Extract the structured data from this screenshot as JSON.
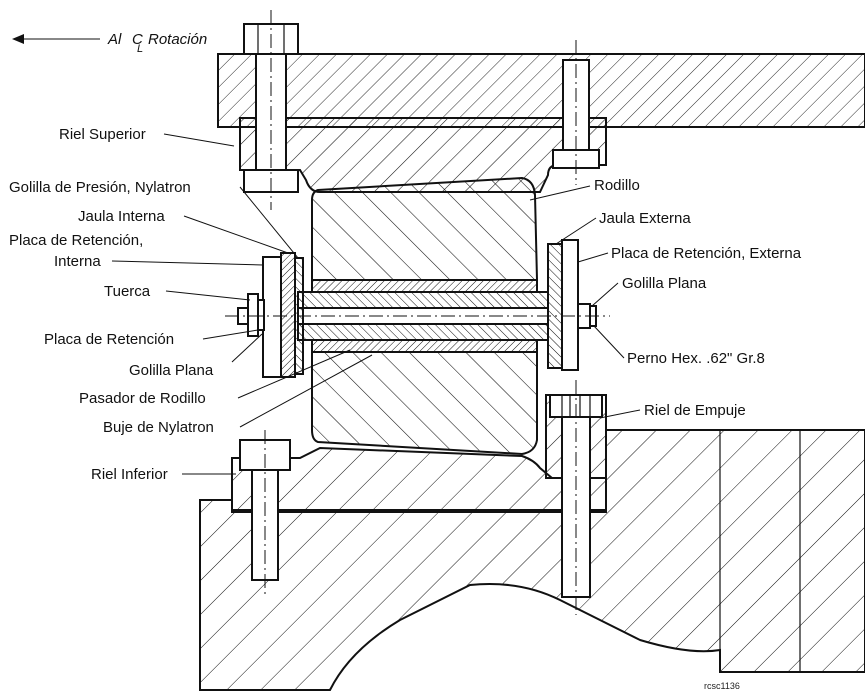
{
  "direction": {
    "text": "Al",
    "symbol": "C",
    "symbol_sub": "L",
    "word": "Rotación"
  },
  "labels": {
    "riel_superior": "Riel Superior",
    "golilla_presion": "Golilla de Presión, Nylatron",
    "rodillo": "Rodillo",
    "jaula_interna": "Jaula Interna",
    "jaula_externa": "Jaula Externa",
    "placa_retencion_interna_1": "Placa de Retención,",
    "placa_retencion_interna_2": "Interna",
    "placa_retencion_externa": "Placa de Retención, Externa",
    "tuerca": "Tuerca",
    "golilla_plana_right": "Golilla Plana",
    "placa_retencion": "Placa de Retención",
    "golilla_plana_left": "Golilla Plana",
    "perno": "Perno Hex. .62\" Gr.8",
    "pasador": "Pasador de Rodillo",
    "riel_empuje": "Riel de Empuje",
    "buje": "Buje de Nylatron",
    "riel_inferior": "Riel Inferior"
  },
  "code": "rcsc1136"
}
